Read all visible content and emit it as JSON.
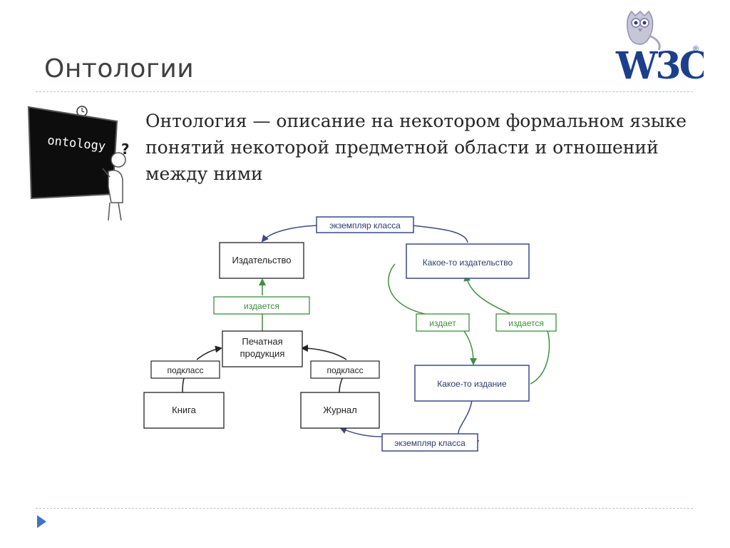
{
  "slide": {
    "title": "Онтологии",
    "definition": "Онтология — описание на некотором формальном языке понятий некоторой предметной области и отношений между ними"
  },
  "logo": {
    "text": "W3C",
    "registered": "®"
  },
  "clipart": {
    "board_text": "ontology",
    "question_mark": "?"
  },
  "diagram": {
    "nodes": {
      "publisher": "Издательство",
      "printed_line1": "Печатная",
      "printed_line2": "продукция",
      "book": "Книга",
      "magazine": "Журнал",
      "some_publisher": "Какое-то издательство",
      "some_edition": "Какое-то издание"
    },
    "labels": {
      "instance_top": "экземпляр класса",
      "published_by_left": "издается",
      "subclass_left": "подкласс",
      "subclass_right": "подкласс",
      "publishes": "издает",
      "published_by_right": "издается",
      "instance_bottom": "экземпляр класса"
    }
  },
  "colors": {
    "navy": "#3b4a86",
    "green": "#3f8f3f",
    "accent": "#3d74c5",
    "title": "#404040"
  }
}
